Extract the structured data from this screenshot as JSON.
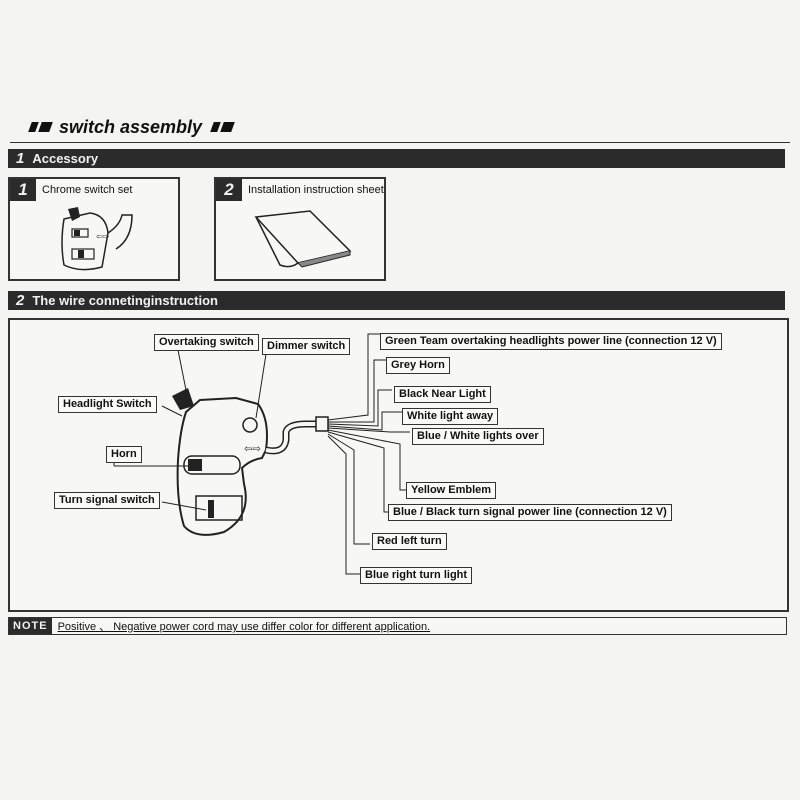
{
  "title": "switch assembly",
  "section1": {
    "number": "1",
    "label": "Accessory"
  },
  "items": [
    {
      "number": "1",
      "label": "Chrome switch set"
    },
    {
      "number": "2",
      "label": "Installation instruction sheet"
    }
  ],
  "section2": {
    "number": "2",
    "label": "The wire conneting​instruction"
  },
  "left_labels": {
    "overtaking": "Overtaking switch",
    "dimmer": "Dimmer switch",
    "headlight": "Headlight Switch",
    "horn": "Horn",
    "turn_signal": "Turn signal switch"
  },
  "wire_labels": [
    "Green Team overtaking headlights power line (connection 12 V)",
    "Grey Horn",
    "Black Near Light",
    "White light away",
    "Blue / White lights over",
    "Yellow Emblem",
    "Blue / Black turn signal power line (connection 12 V)",
    "Red left turn",
    "Blue right turn light"
  ],
  "note": {
    "tag": "NOTE",
    "text": "Positive 、 Negative power cord may use differ color for different application."
  },
  "colors": {
    "ink": "#111111",
    "bar": "#2b2b2b",
    "paper": "#f4f4f2"
  }
}
